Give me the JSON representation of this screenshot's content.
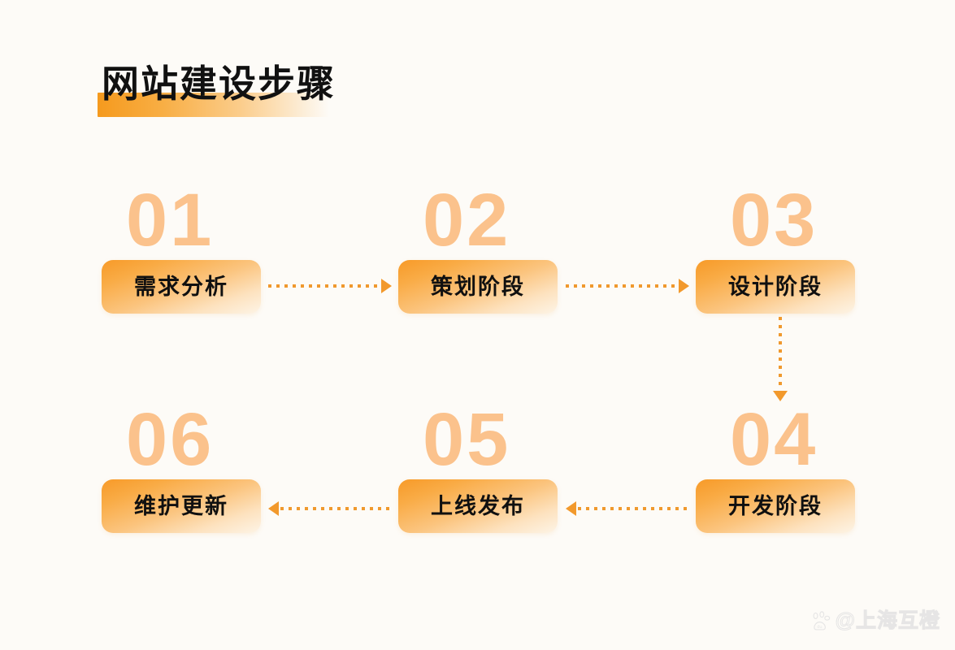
{
  "page": {
    "background_color": "#FDFBF7",
    "title": "网站建设步骤",
    "accent_color": "#F2992C",
    "number_color": "#FBC28C",
    "card_gradient_from": "#F79A28",
    "card_gradient_to": "#FDF4E6"
  },
  "steps": [
    {
      "number": "01",
      "label": "需求分析"
    },
    {
      "number": "02",
      "label": "策划阶段"
    },
    {
      "number": "03",
      "label": "设计阶段"
    },
    {
      "number": "04",
      "label": "开发阶段"
    },
    {
      "number": "05",
      "label": "上线发布"
    },
    {
      "number": "06",
      "label": "维护更新"
    }
  ],
  "connectors": [
    {
      "id": "01-02",
      "direction": "right"
    },
    {
      "id": "02-03",
      "direction": "right"
    },
    {
      "id": "03-04",
      "direction": "down"
    },
    {
      "id": "04-05",
      "direction": "left"
    },
    {
      "id": "05-06",
      "direction": "left"
    }
  ],
  "watermark": {
    "icon": "baidu-paw-icon",
    "text": "@上海互橙"
  }
}
